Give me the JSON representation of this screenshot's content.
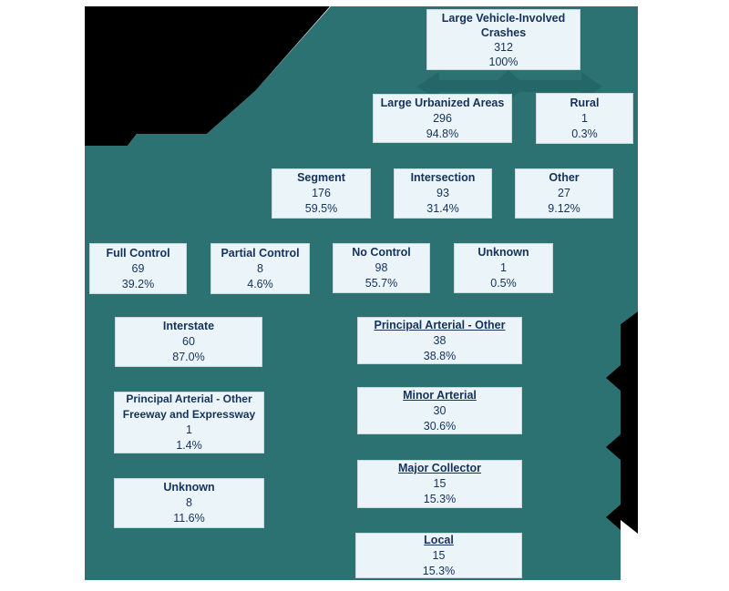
{
  "diagram": {
    "name": "large-vehicle-involved-crashes-tree",
    "colors": {
      "background": "#ffffff",
      "teal_blob": "#2d7273",
      "branch_arrow": "#256768",
      "black_shapes": "#000000",
      "box_fill": "#eaf4f9",
      "box_border": "#ccd7db",
      "text": "#15325a"
    },
    "nodes": [
      {
        "id": "root",
        "title": "Large Vehicle-Involved Crashes",
        "value": "312",
        "pct": "100%",
        "underline": false
      },
      {
        "id": "urban",
        "title": "Large Urbanized Areas",
        "value": "296",
        "pct": "94.8%",
        "underline": false
      },
      {
        "id": "rural",
        "title": "Rural",
        "value": "1",
        "pct": "0.3%",
        "underline": false
      },
      {
        "id": "segment",
        "title": "Segment",
        "value": "176",
        "pct": "59.5%",
        "underline": false
      },
      {
        "id": "intersection",
        "title": "Intersection",
        "value": "93",
        "pct": "31.4%",
        "underline": false
      },
      {
        "id": "other",
        "title": "Other",
        "value": "27",
        "pct": "9.12%",
        "underline": false
      },
      {
        "id": "full-control",
        "title": "Full Control",
        "value": "69",
        "pct": "39.2%",
        "underline": false
      },
      {
        "id": "partial-control",
        "title": "Partial Control",
        "value": "8",
        "pct": "4.6%",
        "underline": false
      },
      {
        "id": "no-control",
        "title": "No Control",
        "value": "98",
        "pct": "55.7%",
        "underline": false
      },
      {
        "id": "unknown-control",
        "title": "Unknown",
        "value": "1",
        "pct": "0.5%",
        "underline": false
      },
      {
        "id": "interstate",
        "title": "Interstate",
        "value": "60",
        "pct": "87.0%",
        "underline": false
      },
      {
        "id": "pa-freeway",
        "title": "Principal Arterial - Other Freeway and Expressway",
        "value": "1",
        "pct": "1.4%",
        "underline": false
      },
      {
        "id": "unknown-functional",
        "title": "Unknown",
        "value": "8",
        "pct": "11.6%",
        "underline": false
      },
      {
        "id": "pa-other",
        "title": "Principal Arterial - Other",
        "value": "38",
        "pct": "38.8%",
        "underline": true
      },
      {
        "id": "minor-arterial",
        "title": "Minor Arterial",
        "value": "30",
        "pct": "30.6%",
        "underline": true
      },
      {
        "id": "major-collector",
        "title": "Major Collector",
        "value": "15",
        "pct": "15.3%",
        "underline": true
      },
      {
        "id": "local",
        "title": "Local",
        "value": "15",
        "pct": "15.3%",
        "underline": true
      }
    ]
  }
}
